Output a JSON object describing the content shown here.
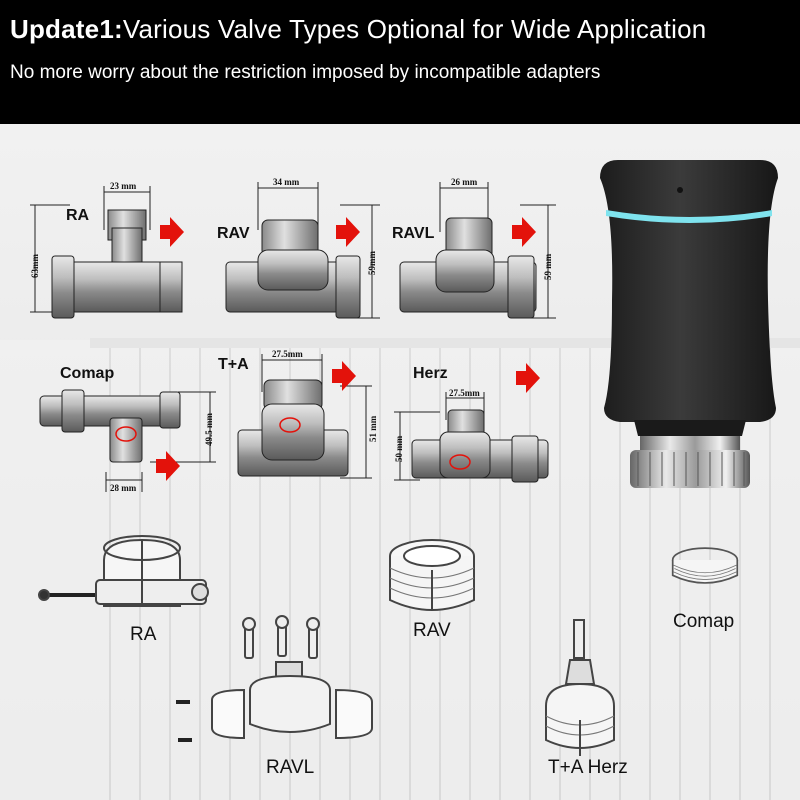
{
  "banner": {
    "title_bold": "Update1:",
    "title_rest": "Various Valve Types Optional for Wide Application",
    "subtitle": "No more worry about the restriction imposed by incompatible adapters"
  },
  "valves": [
    {
      "name": "RA",
      "width_dim": "23 mm",
      "height_dim": "63mm"
    },
    {
      "name": "RAV",
      "width_dim": "34 mm",
      "height_dim": "59mm"
    },
    {
      "name": "RAVL",
      "width_dim": "26 mm",
      "height_dim": "59 mm"
    },
    {
      "name": "Comap",
      "width_dim": "28 mm",
      "height_dim": "49.5 mm"
    },
    {
      "name": "T+A",
      "width_dim": "27.5mm",
      "height_dim": "51 mm"
    },
    {
      "name": "Herz",
      "width_dim": "27.5mm",
      "height_dim": "50 mm"
    }
  ],
  "adapters": [
    {
      "name": "RA"
    },
    {
      "name": "RAV"
    },
    {
      "name": "Comap"
    },
    {
      "name": "RAVL"
    },
    {
      "name": "T+A Herz"
    }
  ],
  "colors": {
    "arrow": "#e3120b",
    "device": "#2b2b2b",
    "ring": "#7fe3ee",
    "banner": "#000000"
  }
}
